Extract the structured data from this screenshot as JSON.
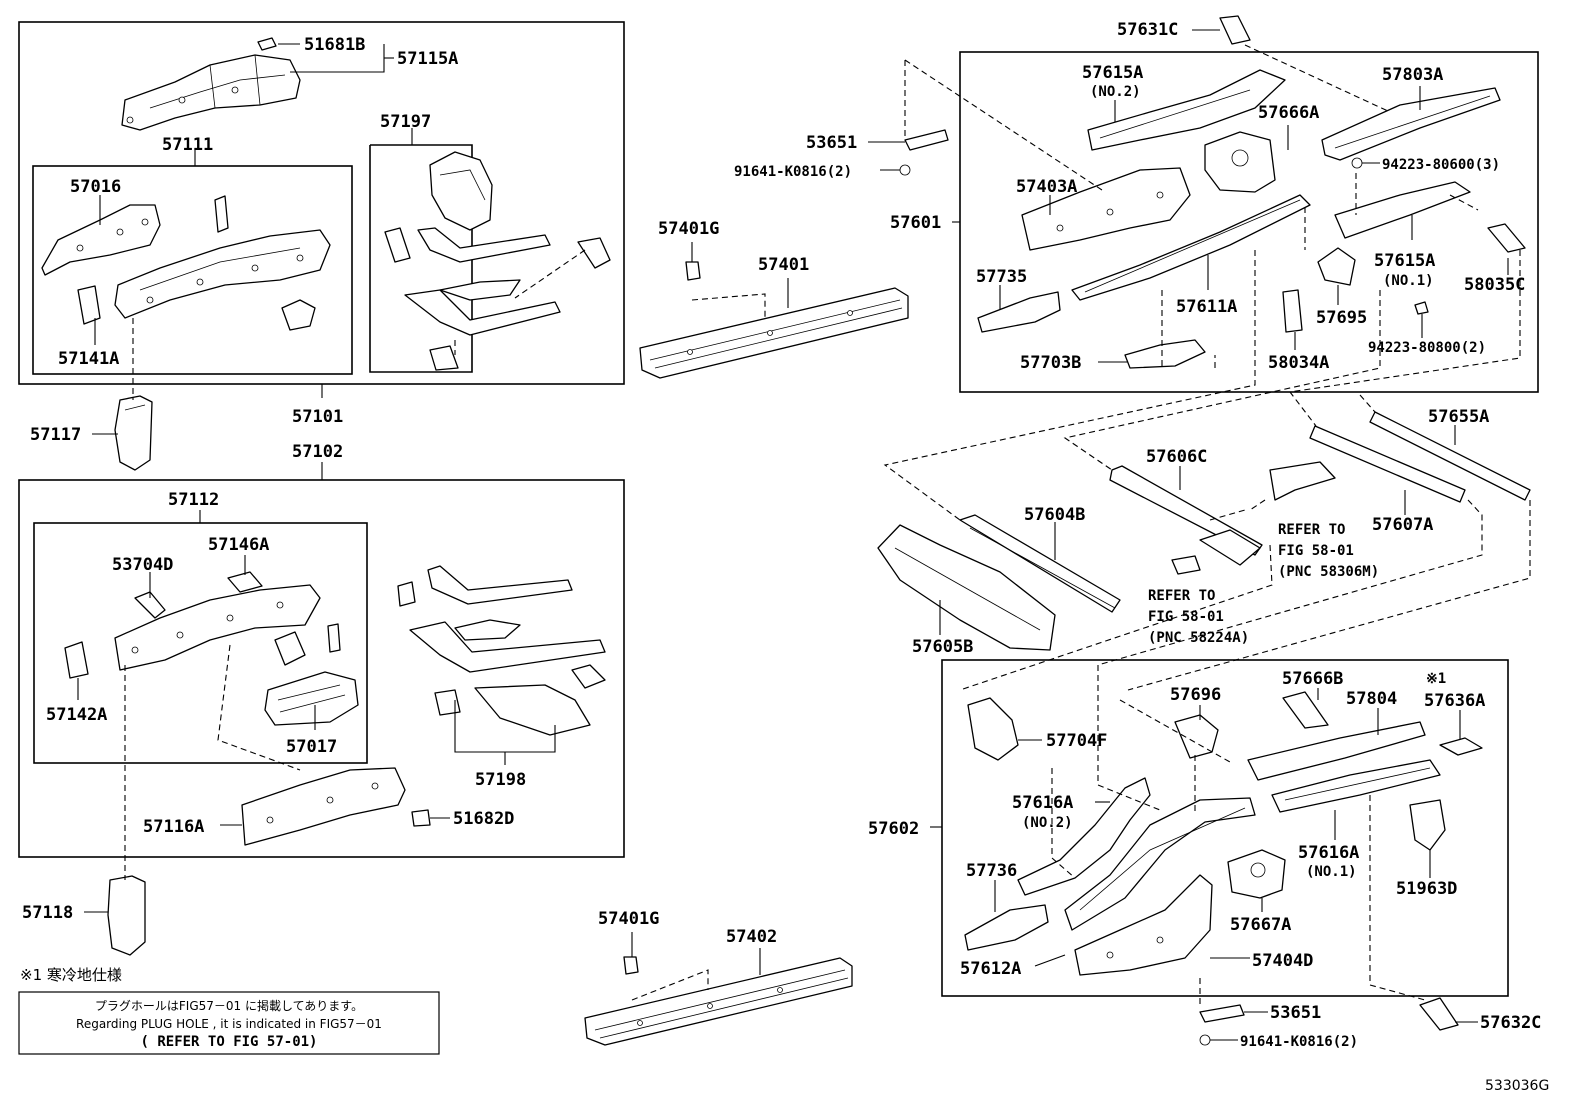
{
  "diagram_id": "533036G",
  "notes": {
    "symbol_note": "※1 寒冷地仕様",
    "plug_hole_jp": "プラグホールはFIG57－01 に掲載してあります。",
    "plug_hole_en": "Regarding PLUG HOLE , it is indicated in FIG57－01",
    "refer_fig": "( REFER TO FIG 57-01)",
    "refer_58224": [
      "REFER TO",
      "FIG 58-01",
      "(PNC 58224A)"
    ],
    "refer_58306": [
      "REFER TO",
      "FIG 58-01",
      "(PNC 58306M)"
    ],
    "star_1": "※1"
  },
  "parts": [
    "51681B",
    "57115A",
    "57111",
    "57016",
    "57197",
    "57141A",
    "57101",
    "57117",
    "57102",
    "57112",
    "53704D",
    "57146A",
    "57142A",
    "57017",
    "57198",
    "57116A",
    "51682D",
    "57118",
    "57401G",
    "57401",
    "53651",
    "91641-K0816(2)",
    "57601",
    "57631C",
    "57615A",
    "(NO.2)",
    "57666A",
    "57803A",
    "57403A",
    "94223-80600(3)",
    "57735",
    "57615A",
    "(NO.1)",
    "58035C",
    "57611A",
    "57695",
    "57703B",
    "58034A",
    "94223-80800(2)",
    "57655A",
    "57606C",
    "57604B",
    "57607A",
    "57605B",
    "57602",
    "57696",
    "57666B",
    "57804",
    "57636A",
    "57704F",
    "57616A",
    "(NO.2)",
    "57736",
    "57667A",
    "57616A",
    "(NO.1)",
    "51963D",
    "57612A",
    "57404D",
    "57632C",
    "53651",
    "91641-K0816(2)",
    "57401G",
    "57402"
  ]
}
